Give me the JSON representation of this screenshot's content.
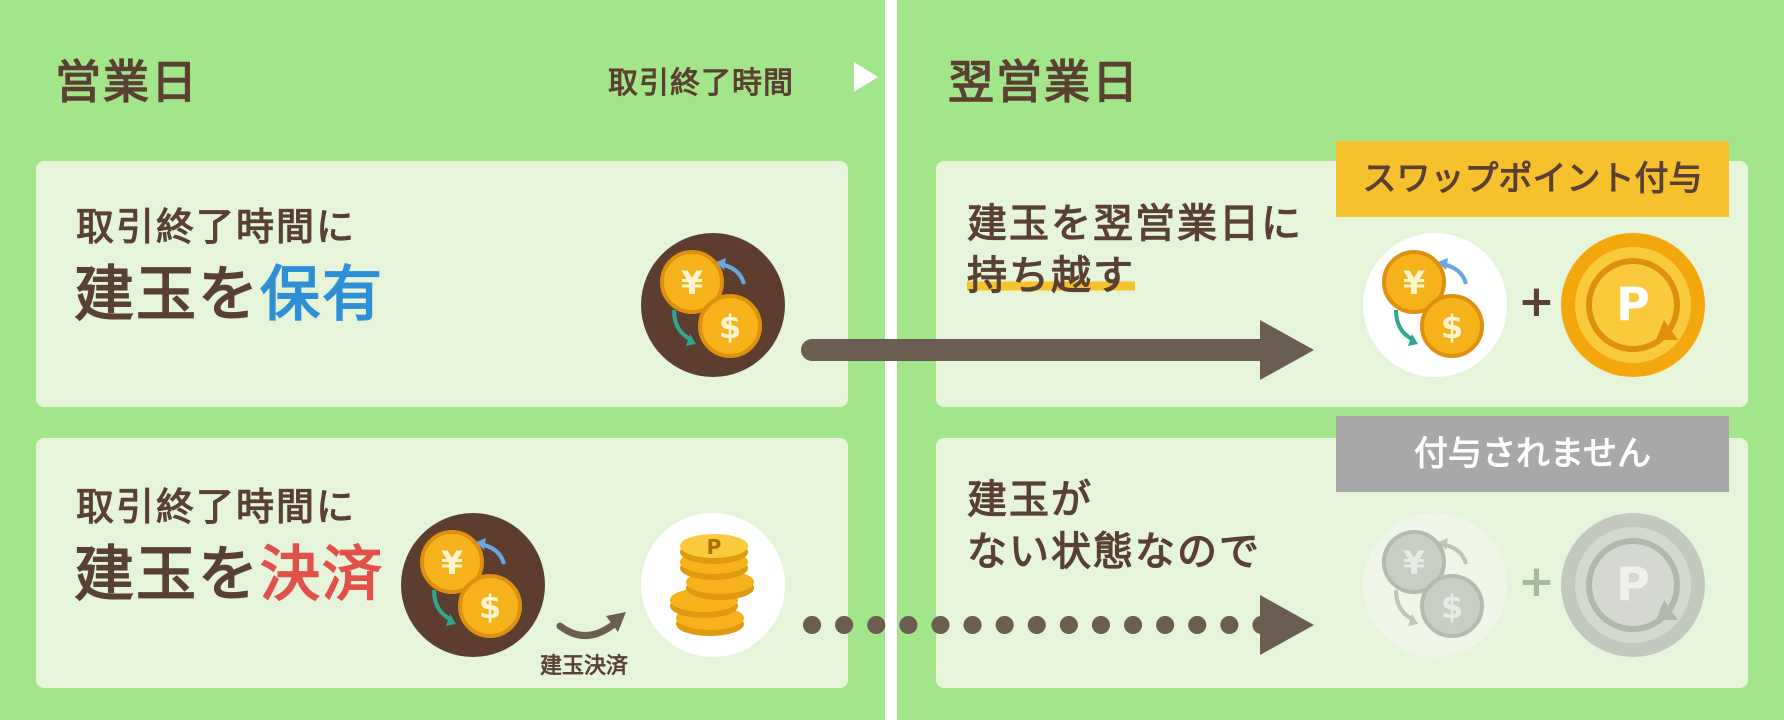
{
  "left_header": {
    "title": "営業日",
    "cutoff_label": "取引終了時間"
  },
  "right_header": {
    "title": "翌営業日"
  },
  "top_left_panel": {
    "line1": "取引終了時間に",
    "line2_prefix": "建玉を",
    "line2_emphasis": "保有"
  },
  "bottom_left_panel": {
    "line1": "取引終了時間に",
    "line2_prefix": "建玉を",
    "line2_emphasis": "決済",
    "settle_label": "建玉決済"
  },
  "top_right_panel": {
    "text_line1": "建玉を翌営業日に",
    "text_line2": "持ち越す",
    "badge": "スワップポイント付与",
    "plus": "+"
  },
  "bottom_right_panel": {
    "text_line1": "建玉が",
    "text_line2": "ない状態なので",
    "badge": "付与されません",
    "plus": "+"
  },
  "coin_symbols": {
    "yen": "¥",
    "dollar": "$",
    "point": "P"
  },
  "colors": {
    "background": "#a3e58a",
    "panel": "#e6f5da",
    "text_brown": "#5a4032",
    "arrow": "#6b5e51",
    "emphasis_blue": "#2f8fd6",
    "emphasis_red": "#e2504a",
    "badge_yellow": "#f7c12e",
    "badge_gray": "#a8a8a8",
    "coin_gold": "#f6b21a"
  }
}
